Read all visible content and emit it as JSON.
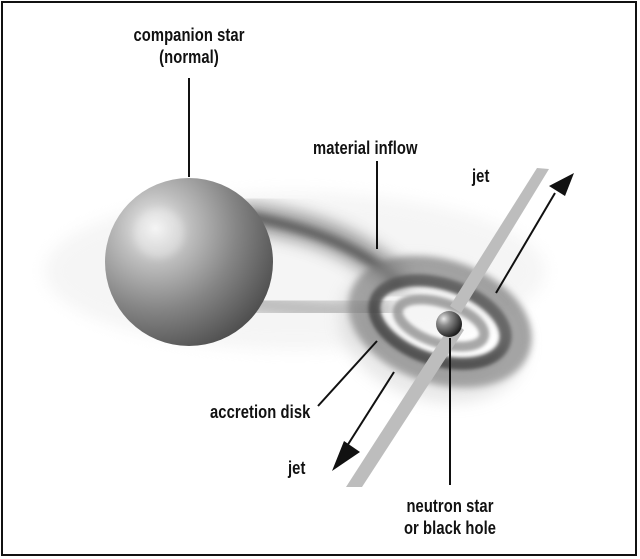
{
  "diagram": {
    "labels": {
      "companion_star": [
        "companion star",
        "(normal)"
      ],
      "material_inflow": "material inflow",
      "jet_top": "jet",
      "accretion_disk": "accretion disk",
      "jet_bottom": "jet",
      "compact_object": [
        "neutron star",
        "or black hole"
      ]
    },
    "colors": {
      "frame": "#111111",
      "background": "#ffffff",
      "jet": "#bdbdbd",
      "arrow": "#111111",
      "star_light": "#e9e9e9",
      "star_dark": "#555555",
      "disk": "#5f5f5f"
    }
  }
}
